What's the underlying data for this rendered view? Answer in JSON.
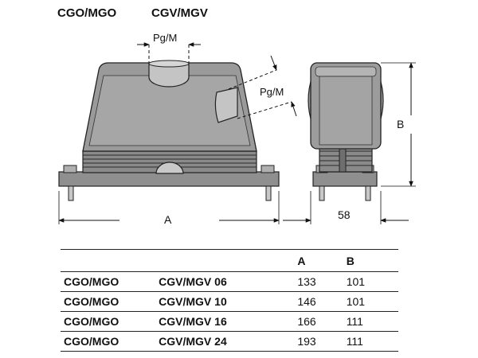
{
  "header": {
    "left_title": "CGO/MGO",
    "right_title": "CGV/MGV"
  },
  "drawing": {
    "pg_top_label": "Pg/M",
    "pg_side_label": "Pg/M",
    "dim_a_label": "A",
    "dim_b_label": "B",
    "dim_depth_label": "58"
  },
  "table": {
    "headers": [
      "",
      "",
      "A",
      "B"
    ],
    "rows": [
      [
        "CGO/MGO",
        "CGV/MGV 06",
        "133",
        "101"
      ],
      [
        "CGO/MGO",
        "CGV/MGV 10",
        "146",
        "101"
      ],
      [
        "CGO/MGO",
        "CGV/MGV 16",
        "166",
        "111"
      ],
      [
        "CGO/MGO",
        "CGV/MGV 24",
        "193",
        "111"
      ]
    ]
  }
}
